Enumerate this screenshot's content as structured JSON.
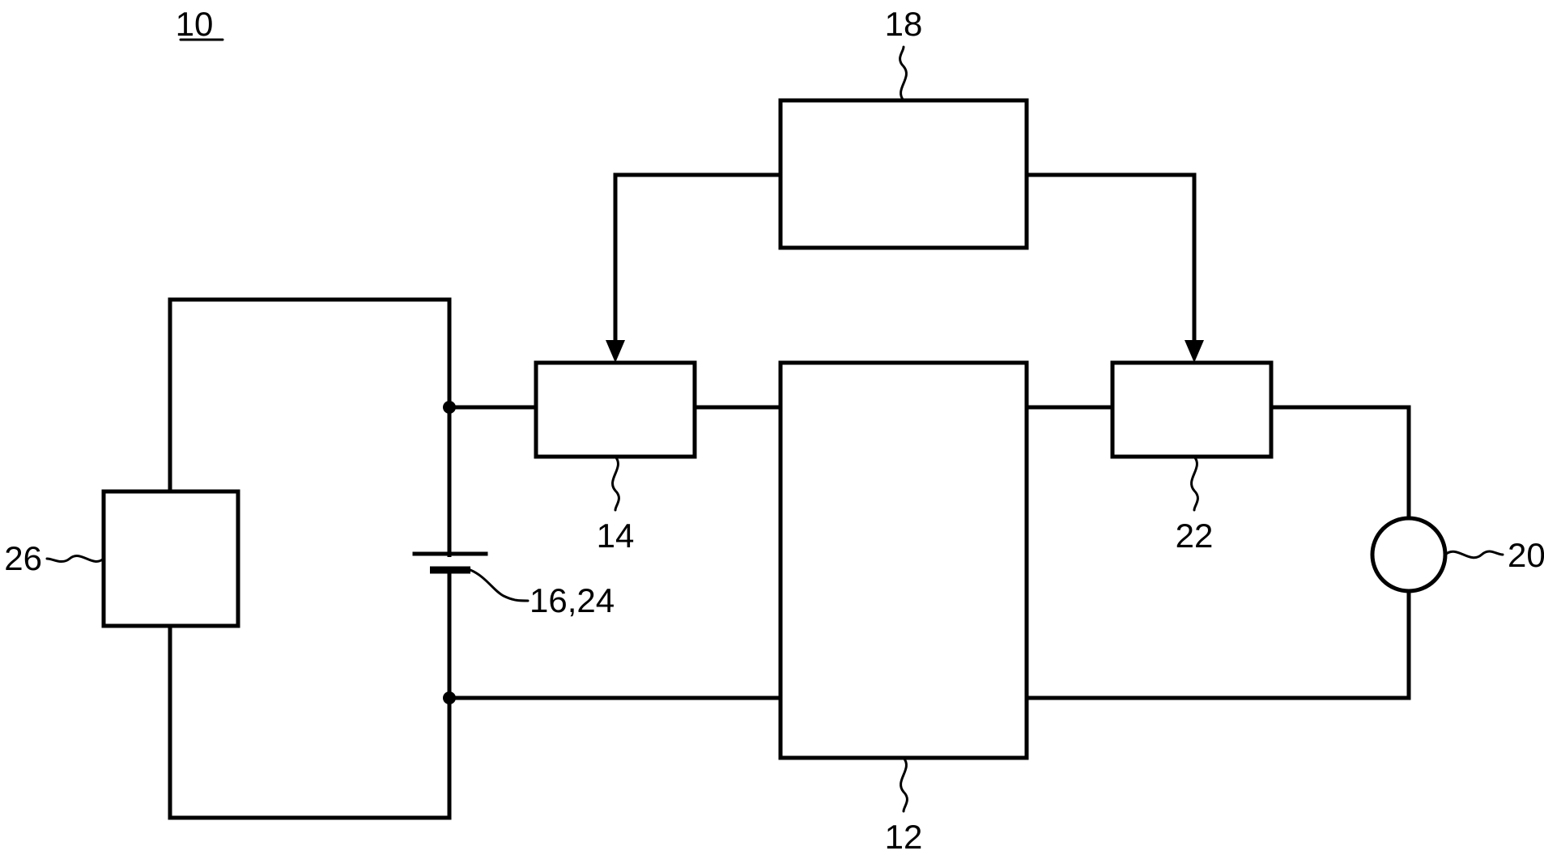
{
  "figure": {
    "label": "10"
  },
  "components": {
    "central_unit": {
      "label": "12"
    },
    "first_switch": {
      "label": "14"
    },
    "battery": {
      "label": "16,24"
    },
    "controller": {
      "label": "18"
    },
    "motor": {
      "label": "20"
    },
    "second_switch": {
      "label": "22"
    },
    "external_unit": {
      "label": "26"
    }
  },
  "colors": {
    "line": "#000000",
    "background": "#ffffff"
  }
}
